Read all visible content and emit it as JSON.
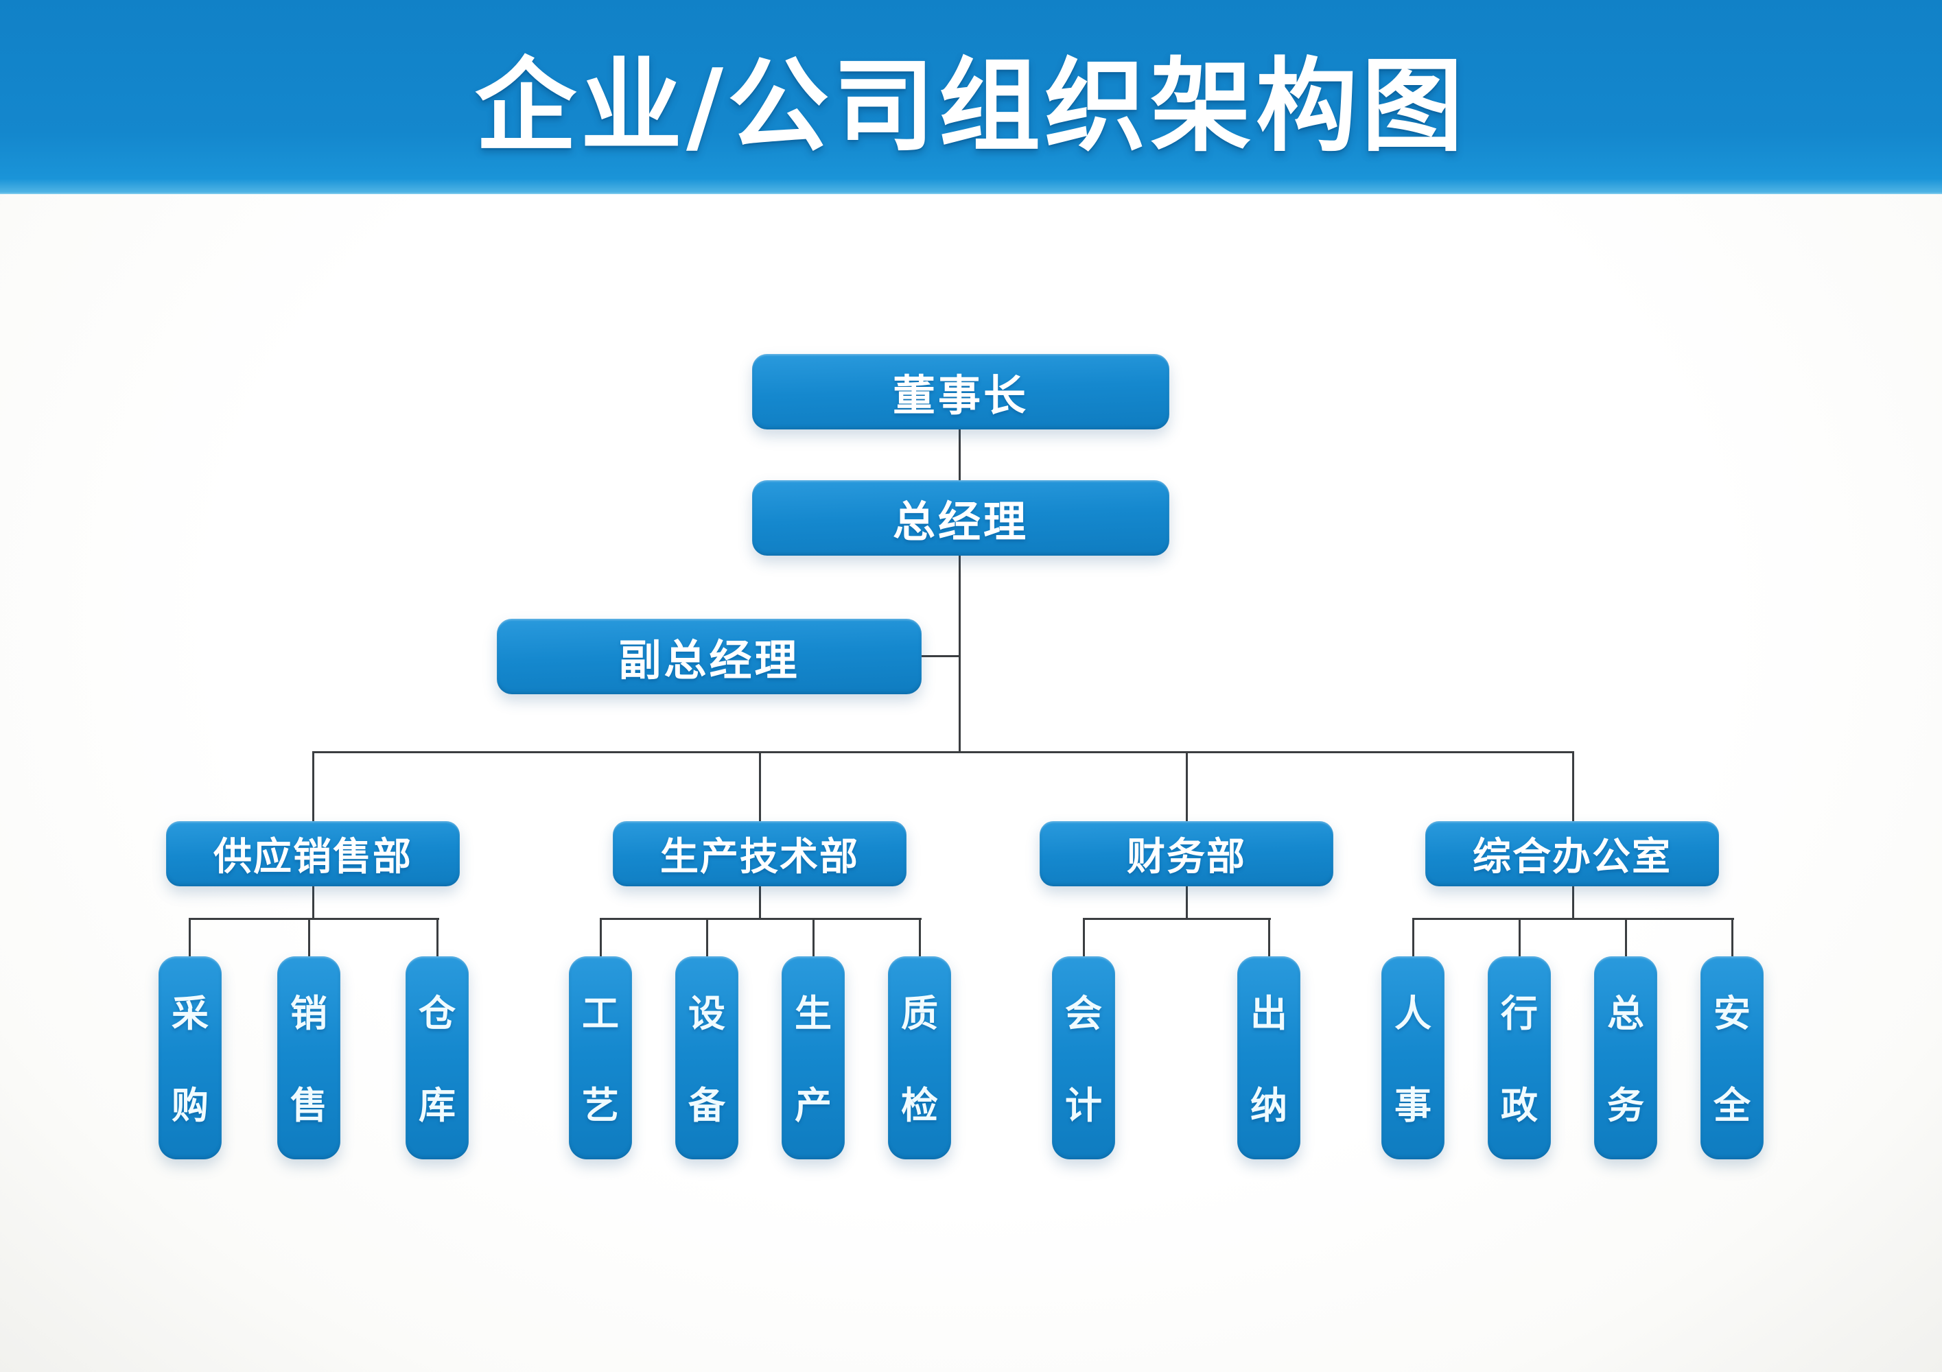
{
  "title": "企业/公司组织架构图",
  "colors": {
    "header_blue": "#1487cd",
    "node_blue": "#1588ce",
    "connector": "#3b3e41",
    "text_white": "#ffffff",
    "page_background": "#fbfbf9"
  },
  "org": {
    "chairman": {
      "label": "董事长"
    },
    "general_manager": {
      "label": "总经理"
    },
    "deputy_general_manager": {
      "label": "副总经理"
    },
    "departments": [
      {
        "label": "供应销售部",
        "children": [
          "采购",
          "销售",
          "仓库"
        ]
      },
      {
        "label": "生产技术部",
        "children": [
          "工艺",
          "设备",
          "生产",
          "质检"
        ]
      },
      {
        "label": "财务部",
        "children": [
          "会计",
          "出纳"
        ]
      },
      {
        "label": "综合办公室",
        "children": [
          "人事",
          "行政",
          "总务",
          "安全"
        ]
      }
    ]
  }
}
